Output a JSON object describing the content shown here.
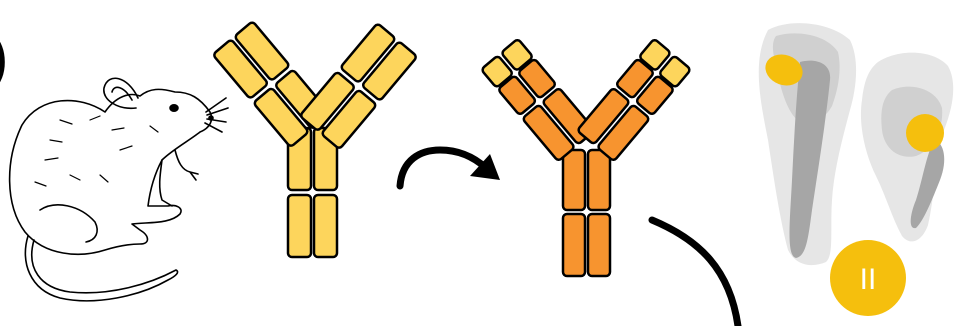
{
  "colors": {
    "background": "#ffffff",
    "stroke": "#000000",
    "antibody_primary": "#fdd55c",
    "antibody_secondary_dark": "#f7942f",
    "antibody_secondary_light": "#fdd55c",
    "cell_light": "#e6e6e6",
    "cell_mid": "#d0d0d0",
    "cytoskeleton": "#a6a6a6",
    "nucleus": "#f5bf0d",
    "badge": "#f5bf0d",
    "badge_text": "#ffffff"
  },
  "panels": [
    {
      "id": "mouse",
      "icon": "mouse-icon"
    },
    {
      "id": "primary_antibody",
      "icon": "antibody-icon"
    },
    {
      "id": "arrow",
      "icon": "curved-arrow-icon"
    },
    {
      "id": "secondary_antibody",
      "icon": "antibody-icon"
    },
    {
      "id": "cells",
      "icon": "cell-icon"
    }
  ],
  "badge": {
    "label": "II"
  },
  "edge_label": {
    "text": ")"
  }
}
